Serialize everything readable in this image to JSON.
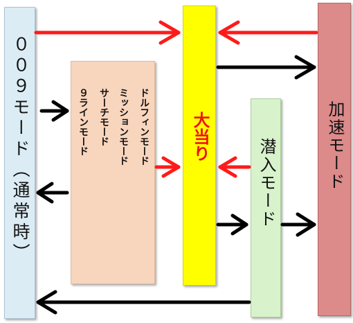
{
  "boxes": {
    "mode_009": "００９モード（通常時）",
    "special_modes": [
      "ドルフィンモード",
      "ミッションモード",
      "サーチモード",
      "９ラインモード"
    ],
    "oatari": "大当り",
    "sennyu": "潜入モード",
    "kasoku": "加速モード"
  },
  "colors": {
    "red_arrow": "#ff1a1a",
    "black_arrow": "#000000",
    "box_009": "#dcecf5",
    "box_modes": "#f8d5bd",
    "box_oatari": "#ffff00",
    "box_sennyu": "#d8f2cc",
    "box_kasoku": "#dc8a8a"
  }
}
